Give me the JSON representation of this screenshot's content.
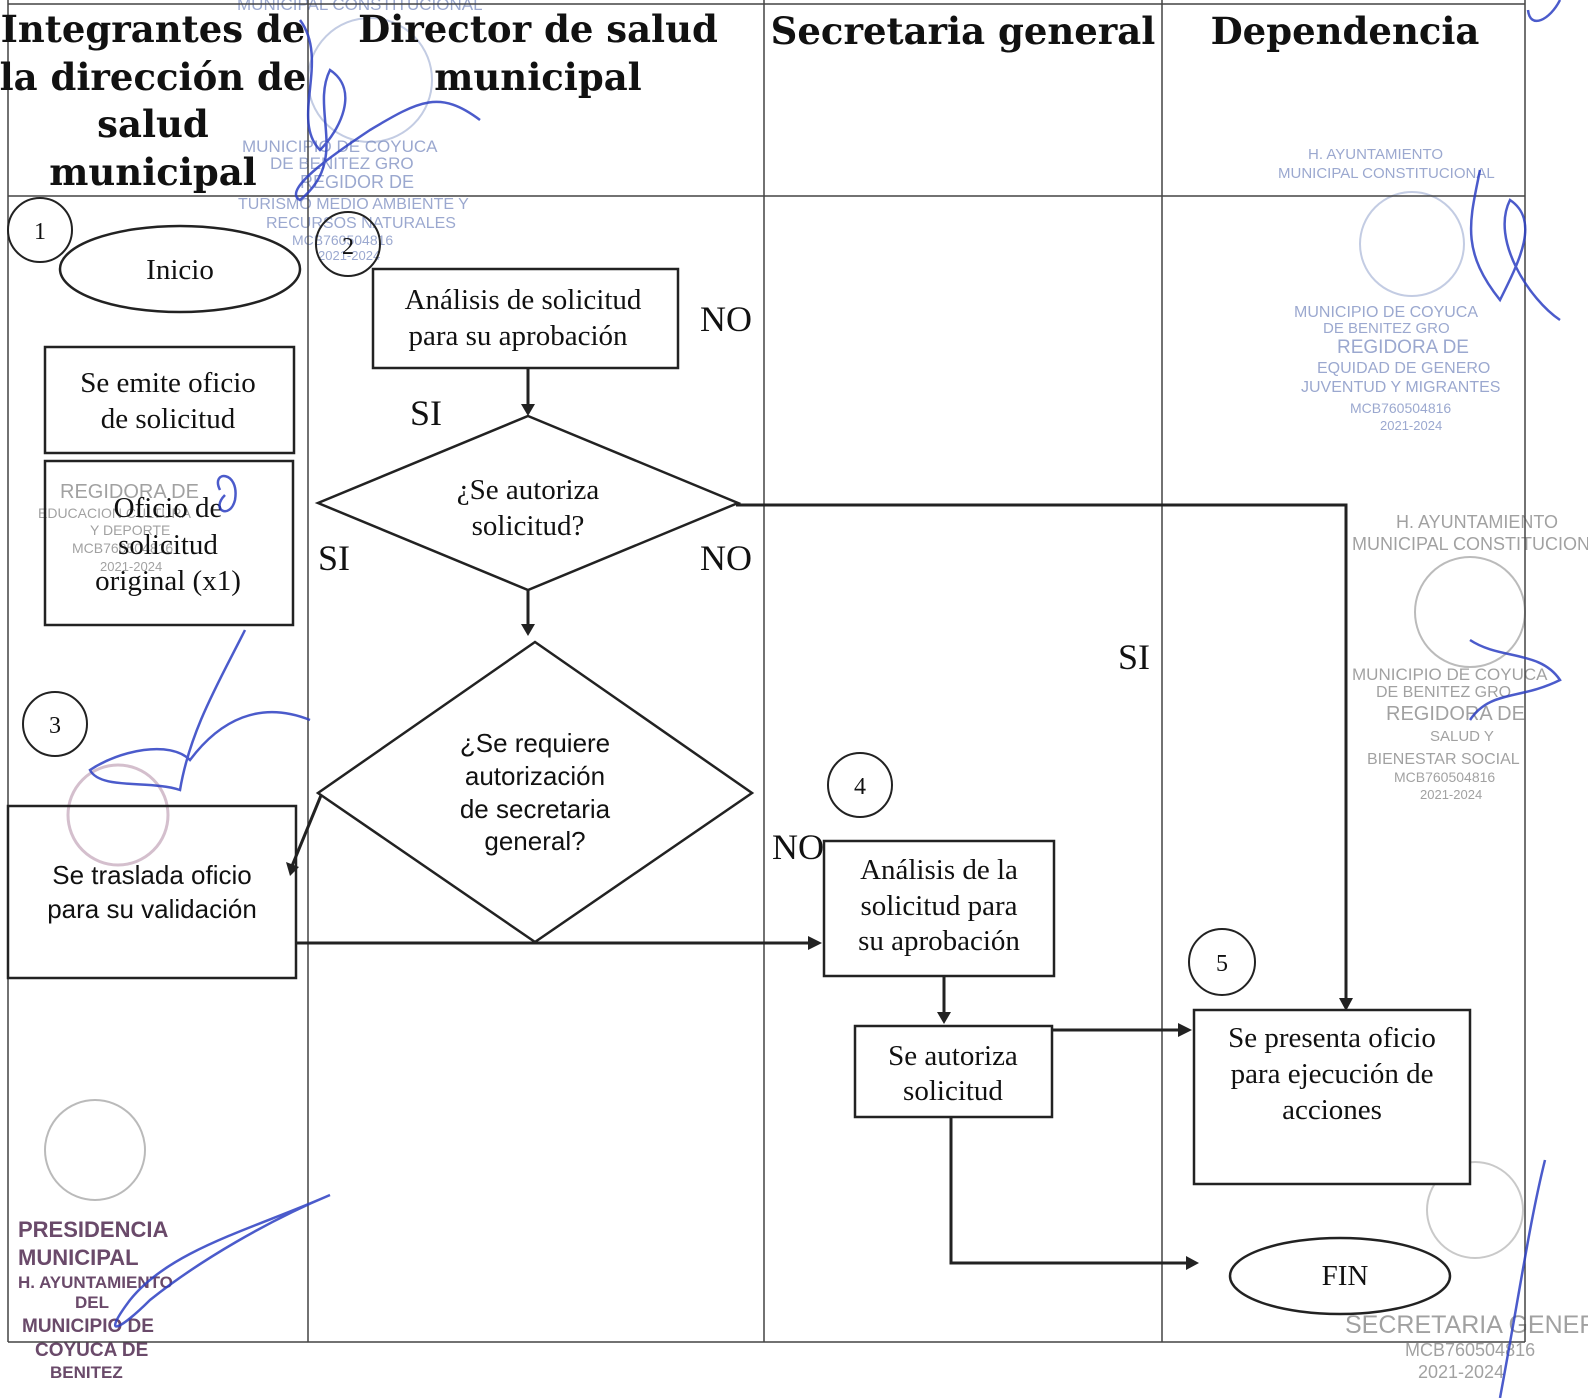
{
  "lanes": {
    "lane1": [
      "Integrantes de",
      "la dirección de",
      "salud",
      "municipal"
    ],
    "lane2": [
      "Director de salud",
      "municipal"
    ],
    "lane3": [
      "Secretaria general"
    ],
    "lane4": [
      "Dependencia"
    ]
  },
  "steps": {
    "n1": "1",
    "n2": "2",
    "n3": "3",
    "n4": "4",
    "n5": "5"
  },
  "nodes": {
    "inicio": "Inicio",
    "emite": [
      "Se emite oficio",
      "de solicitud"
    ],
    "oficio": [
      "Oficio de",
      "solicitud",
      "original (x1)"
    ],
    "analisis1": [
      "Análisis de solicitud",
      "para su aprobación"
    ],
    "autoriza_q": [
      "¿Se autoriza",
      "solicitud?"
    ],
    "requiere_q": [
      "¿Se requiere",
      "autorización",
      "de secretaria",
      "general?"
    ],
    "traslada": [
      "Se traslada oficio",
      "para su validación"
    ],
    "analisis2": [
      "Análisis de la",
      "solicitud para",
      "su aprobación"
    ],
    "se_autoriza": [
      "Se autoriza",
      "solicitud"
    ],
    "presenta": [
      "Se presenta oficio",
      "para ejecución de",
      "acciones"
    ],
    "fin": "FIN"
  },
  "labels": {
    "no_top": "NO",
    "si_top": "SI",
    "si_left": "SI",
    "no_mid": "NO",
    "si_right": "SI",
    "no_low": "NO"
  },
  "stamps": {
    "s_top": [
      "MUNICIPAL CONSTITUCIONAL"
    ],
    "s_a": [
      "MUNICIPIO DE COYUCA",
      "DE BENITEZ GRO",
      "REGIDOR DE",
      "TURISMO MEDIO AMBIENTE Y",
      "RECURSOS NATURALES",
      "MCB760504816",
      "2021-2024"
    ],
    "s_b": [
      "H. AYUNTAMIENTO",
      "MUNICIPAL CONSTITUCIONAL"
    ],
    "s_c": [
      "MUNICIPIO DE COYUCA",
      "DE BENITEZ GRO",
      "REGIDORA DE",
      "EQUIDAD DE GENERO",
      "JUVENTUD Y MIGRANTES",
      "MCB760504816",
      "2021-2024"
    ],
    "s_d": [
      "H. AYUNTAMIENTO",
      "MUNICIPAL CONSTITUCIONAL"
    ],
    "s_e": [
      "MUNICIPIO DE COYUCA",
      "DE BENITEZ GRO",
      "REGIDORA DE",
      "SALUD Y",
      "BIENESTAR SOCIAL",
      "MCB760504816",
      "2021-2024"
    ],
    "s_f": [
      "REGIDORA DE",
      "EDUCACION CULTURA",
      "Y DEPORTE",
      "MCB760504816",
      "2021-2024"
    ],
    "s_g": [
      "PRESIDENCIA",
      "MUNICIPAL",
      "H. AYUNTAMIENTO",
      "DEL",
      "MUNICIPIO DE",
      "COYUCA DE",
      "BENITEZ"
    ],
    "s_h": [
      "SECRETARIA GENERAL",
      "MCB760504816",
      "2021-2024"
    ]
  },
  "colors": {
    "ink": "#111111",
    "stamp": "#7a8cc0",
    "signature": "#2b3ec2"
  }
}
